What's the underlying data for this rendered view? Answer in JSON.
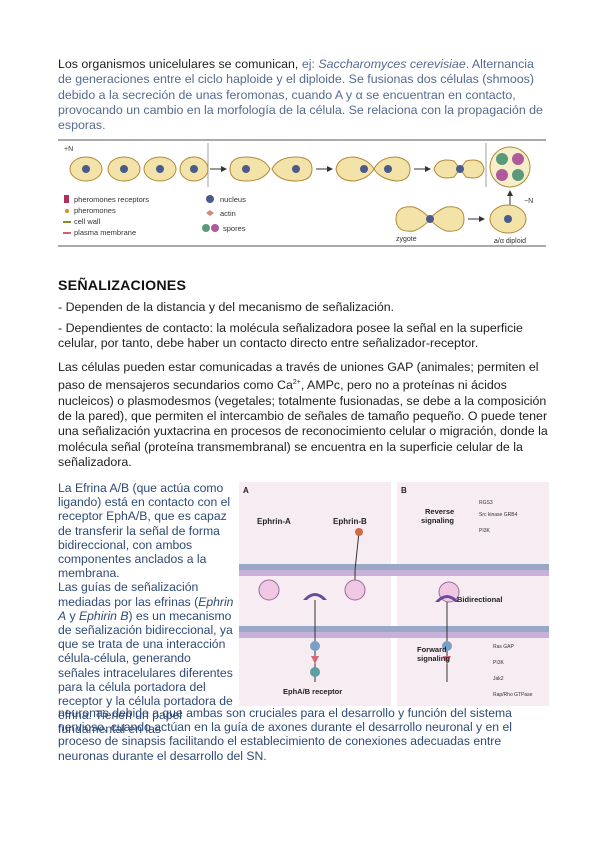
{
  "intro": {
    "part1": "Los organismos unicelulares se comunican, ",
    "ej": "ej: ",
    "species": "Saccharomyces cerevisiae",
    "part2": ". Alternancia de generaciones entre el ciclo haploide y el diploide. Se fusionas dos células (shmoos) debido a la secreción de unas feromonas, cuando A y α se encuentran en contacto, provocando un cambio en la morfología de la célula. Se relaciona con la propagación de esporas."
  },
  "figure_yeast": {
    "signal_label": "+N",
    "minus_label": "−N",
    "zygote_label": "zygote",
    "diploid_label": "a/α diploid",
    "legend": [
      {
        "label": "pheromones receptors",
        "color": "#b03060"
      },
      {
        "label": "pheromones",
        "color": "#d88a2a"
      },
      {
        "label": "cell wall",
        "color": "#8a8a2a"
      },
      {
        "label": "plasma membrane",
        "color": "#c03030"
      }
    ],
    "legend_right": [
      {
        "label": "nucleus",
        "color": "#4a5a8a"
      },
      {
        "label": "actin",
        "color": "#d48a7a"
      },
      {
        "label": "spores",
        "color": "#5a9a7a"
      }
    ]
  },
  "section": {
    "heading": "SEÑALIZACIONES",
    "bullet1": "- Dependen de la distancia y del mecanismo de señalización.",
    "bullet2": "- Dependientes de contacto: la molécula señalizadora posee la señal en la superficie celular, por tanto, debe haber un contacto directo entre señalizador-receptor.",
    "gap_part1": "Las células pueden estar comunicadas a través de uniones GAP (animales; permiten el paso de mensajeros secundarios como Ca",
    "gap_sup": "2+",
    "gap_part2": ", AMPc, pero no a proteínas ni ácidos nucleicos) o plasmodesmos (vegetales; totalmente fusionadas, se debe a la composición de la pared), que permiten el intercambio de señales de tamaño pequeño. O puede tener una señalización yuxtacrina en procesos de reconocimiento celular o migración, donde la molécula señal (proteína transmembranal) se encuentra en la superficie celular de la señalizadora."
  },
  "ephrin_text": {
    "p1": "La Efrina A/B (que actúa como ligando) está en contacto con el receptor EphA/B, que es capaz de transferir la señal de forma bidireccional, con ambos componentes anclados a la membrana.",
    "p2a": "Las guías de señalización mediadas por las efrinas (",
    "p2b": "Ephrin A",
    "p2c": " y ",
    "p2d": "Ephirin B",
    "p2e": ") es un mecanismo de señalización bidireccional, ya que se trata de una interacción célula-célula, generando señales intracelulares diferentes para la célula portadora del receptor y la célula portadora de efrina. Tienen un papel fundamental en las",
    "p3": "neuronas debido a que ambas son cruciales para el desarrollo y función del sistema nervioso, cuando actúan en la guía de axones durante el desarrollo neuronal y en el proceso de sinapsis facilitando el establecimiento de conexiones adecuadas entre neuronas durante el desarrollo del SN."
  },
  "figure_ephrin": {
    "panel_a": "A",
    "panel_b": "B",
    "ephrin_a": "Ephrin-A",
    "ephrin_b": "Ephrin-B",
    "receptor": "EphA/B receptor",
    "reverse": "Reverse signaling",
    "reverse_targets": [
      "RGS3",
      "Src kinase GRB4",
      "PI3K"
    ],
    "bidirectional": "Bidirectional",
    "forward": "Forward signaling",
    "forward_targets": [
      "Ras GAP",
      "PI3K",
      "Jak2",
      "Rap/Rho GTPase"
    ]
  }
}
